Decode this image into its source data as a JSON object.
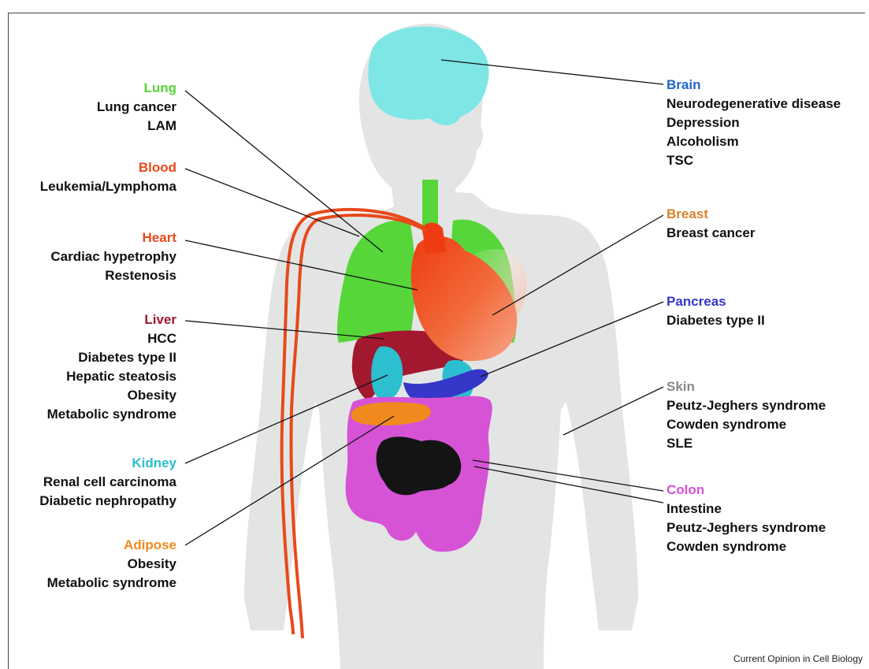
{
  "organs": [
    {
      "name": "Lung",
      "color": "#57d63a",
      "items": [
        "Lung cancer",
        "LAM"
      ]
    },
    {
      "name": "Blood",
      "color": "#e8491b",
      "items": [
        "Leukemia/Lymphoma"
      ]
    },
    {
      "name": "Heart",
      "color": "#e8491b",
      "items": [
        "Cardiac hypetrophy",
        "Restenosis"
      ]
    },
    {
      "name": "Liver",
      "color": "#a2182f",
      "items": [
        "HCC",
        "Diabetes type II",
        "Hepatic steatosis",
        "Obesity",
        "Metabolic syndrome"
      ]
    },
    {
      "name": "Kidney",
      "color": "#2bbfcf",
      "items": [
        "Renal cell carcinoma",
        "Diabetic nephropathy"
      ]
    },
    {
      "name": "Adipose",
      "color": "#f08a1e",
      "items": [
        "Obesity",
        "Metabolic syndrome"
      ]
    },
    {
      "name": "Brain",
      "color": "#2266c8",
      "items": [
        "Neurodegenerative disease",
        "Depression",
        "Alcoholism",
        "TSC"
      ]
    },
    {
      "name": "Breast",
      "color": "#d9822b",
      "items": [
        "Breast cancer"
      ]
    },
    {
      "name": "Pancreas",
      "color": "#3636c8",
      "items": [
        "Diabetes type II"
      ]
    },
    {
      "name": "Skin",
      "color": "#8a8a8a",
      "items": [
        "Peutz-Jeghers syndrome",
        "Cowden syndrome",
        "SLE"
      ]
    },
    {
      "name": "Colon",
      "color": "#d653d6",
      "items": [
        "Intestine",
        "Peutz-Jeghers syndrome",
        "Cowden syndrome"
      ]
    }
  ],
  "credit": "Current Opinion in Cell Biology"
}
